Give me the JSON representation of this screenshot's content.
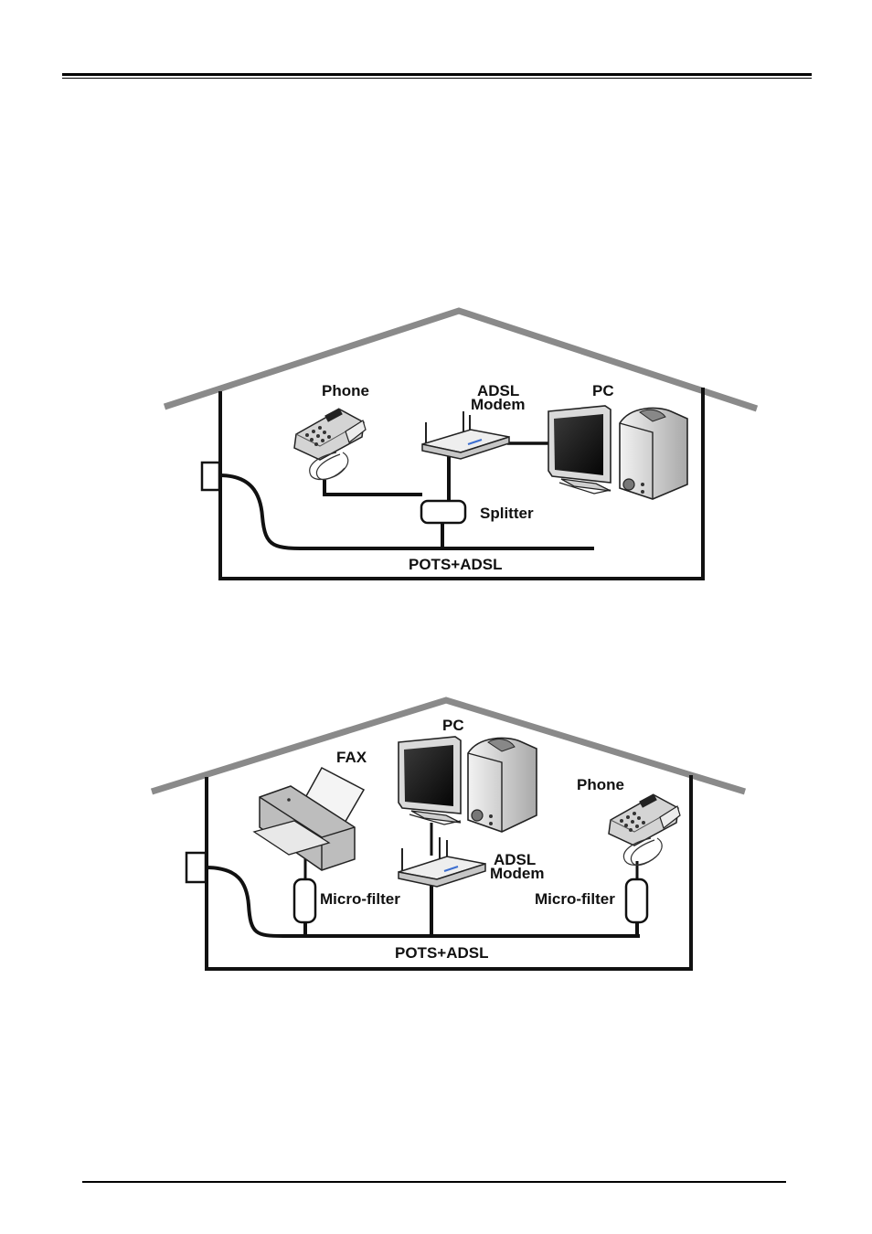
{
  "diagram1": {
    "phone": "Phone",
    "modem_line1": "ADSL",
    "modem_line2": "Modem",
    "pc": "PC",
    "splitter": "Splitter",
    "line": "POTS+ADSL"
  },
  "diagram2": {
    "fax": "FAX",
    "pc": "PC",
    "phone": "Phone",
    "modem_line1": "ADSL",
    "modem_line2": "Modem",
    "filter_left": "Micro-filter",
    "filter_right": "Micro-filter",
    "line": "POTS+ADSL"
  },
  "colors": {
    "roof": "#8a8a8a",
    "device_gray": "#cfcfcf",
    "wire": "#111111"
  }
}
